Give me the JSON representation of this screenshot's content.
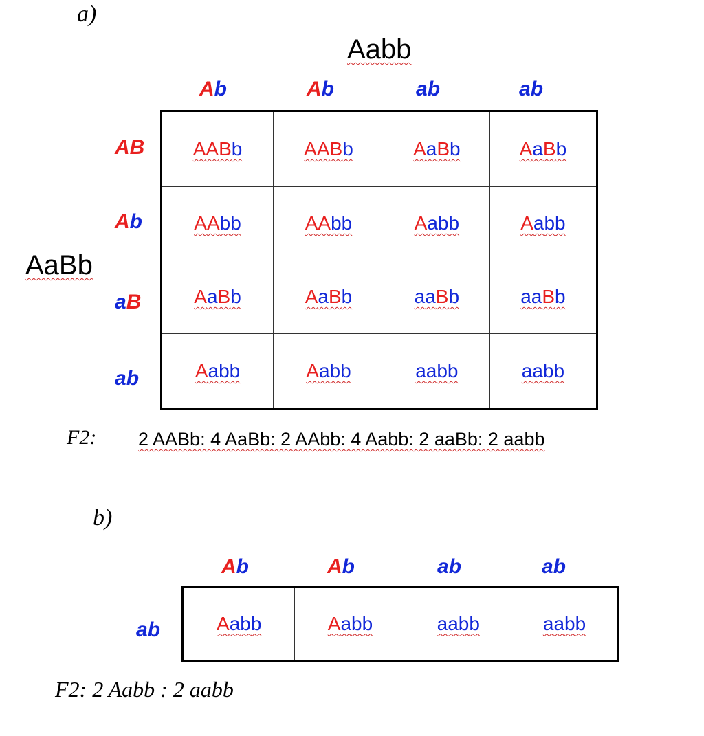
{
  "part_a": {
    "label": "a)",
    "top_parent": "Aabb",
    "side_parent": "AaBb",
    "top_gametes": [
      {
        "c1": "A",
        "c1c": "red",
        "c2": "b",
        "c2c": "blue"
      },
      {
        "c1": "A",
        "c1c": "red",
        "c2": "b",
        "c2c": "blue"
      },
      {
        "c1": "a",
        "c1c": "blue",
        "c2": "b",
        "c2c": "blue"
      },
      {
        "c1": "a",
        "c1c": "blue",
        "c2": "b",
        "c2c": "blue"
      }
    ],
    "side_gametes": [
      {
        "c1": "A",
        "c1c": "red",
        "c2": "B",
        "c2c": "red"
      },
      {
        "c1": "A",
        "c1c": "red",
        "c2": "b",
        "c2c": "blue"
      },
      {
        "c1": "a",
        "c1c": "blue",
        "c2": "B",
        "c2c": "red"
      },
      {
        "c1": "a",
        "c1c": "blue",
        "c2": "b",
        "c2c": "blue"
      }
    ],
    "cells": [
      [
        "AABb",
        "AABb",
        "AaBb",
        "AaBb"
      ],
      [
        "AAbb",
        "AAbb",
        "Aabb",
        "Aabb"
      ],
      [
        "AaBb",
        "AaBb",
        "aaBb",
        "aaBb"
      ],
      [
        "Aabb",
        "Aabb",
        "aabb",
        "aabb"
      ]
    ],
    "f2_label": "F2:",
    "f2_ratio": "2 AABb: 4 AaBb: 2 AAbb: 4 Aabb: 2 aaBb: 2 aabb"
  },
  "part_b": {
    "label": "b)",
    "top_gametes": [
      {
        "c1": "A",
        "c1c": "red",
        "c2": "b",
        "c2c": "blue"
      },
      {
        "c1": "A",
        "c1c": "red",
        "c2": "b",
        "c2c": "blue"
      },
      {
        "c1": "a",
        "c1c": "blue",
        "c2": "b",
        "c2c": "blue"
      },
      {
        "c1": "a",
        "c1c": "blue",
        "c2": "b",
        "c2c": "blue"
      }
    ],
    "side_gamete": {
      "c1": "a",
      "c1c": "blue",
      "c2": "b",
      "c2c": "blue"
    },
    "cells": [
      "Aabb",
      "Aabb",
      "aabb",
      "aabb"
    ],
    "f2_text": "F2: 2 Aabb : 2 aabb"
  },
  "colors": {
    "dominant": "#e8201f",
    "recessive": "#1228d8"
  }
}
